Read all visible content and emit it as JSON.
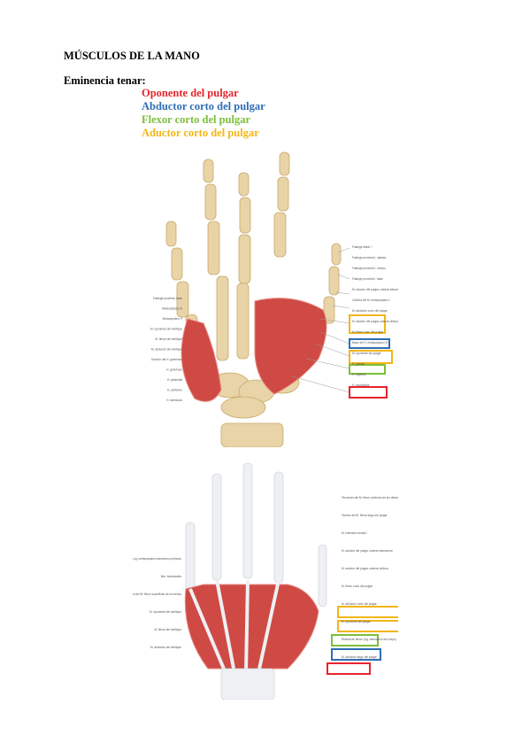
{
  "heading": "MÚSCULOS DE LA MANO",
  "section": "Eminencia tenar:",
  "legend": [
    {
      "label": "Oponente del pulgar",
      "color": "#e8242d"
    },
    {
      "label": "Abductor corto del pulgar",
      "color": "#2e6db5"
    },
    {
      "label": "Flexor corto del pulgar",
      "color": "#7cbf3a"
    },
    {
      "label": "Aductor corto del pulgar",
      "color": "#f2b618"
    }
  ],
  "colors": {
    "bone": "#e9d4a8",
    "bone_shade": "#c9a86a",
    "muscle": "#cf4a45",
    "muscle_light": "#e78a80",
    "tendon": "#eef0f3"
  },
  "figure1": {
    "left_labels": [
      "Falange proximal, base",
      "Metacarpiano III",
      "Metacarpiano V",
      "M. oponente del meñique",
      "M. flexor del meñique",
      "M. abductor del meñique",
      "Gancho del H. ganchoso",
      "H. ganchoso",
      "H. piramidal",
      "H. pisiforme",
      "H. semilunar"
    ],
    "right_labels": [
      "Falange distal I",
      "Falange proximal I, cabeza",
      "Falange proximal I, cuerpo",
      "Falange proximal I, base",
      "M. aductor del pulgar, cabeza transversa",
      "Cabeza del M. metacarpiano I",
      "M. abductor corto del pulgar",
      "M. aductor del pulgar, cabeza oblicua",
      "M. flexor corto del pulgar",
      "Base del H. metacarpiano III",
      "M. oponente del pulgar",
      "H. grande",
      "H. trapecio",
      "H. escafoides"
    ]
  },
  "figure2": {
    "left_labels": [
      "Lig. metacarpiano transverso profundo",
      "Mm. lumbricales",
      "Tendón del M. flexor superficial de los dedos",
      "M. oponente del meñique",
      "M. flexor del meñique",
      "M. abductor del meñique"
    ],
    "right_labels": [
      "Tendones del M. flexor profundo de los dedos",
      "Tendón del M. flexor largo del pulgar",
      "M. interóseo dorsal I",
      "M. aductor del pulgar, cabeza transversa",
      "M. aductor del pulgar, cabeza oblicua",
      "M. flexor corto del pulgar",
      "M. abductor corto del pulgar",
      "M. oponente del pulgar",
      "Retináculo flexor (Lig. transverso del carpo)",
      "M. abductor largo del pulgar"
    ]
  }
}
